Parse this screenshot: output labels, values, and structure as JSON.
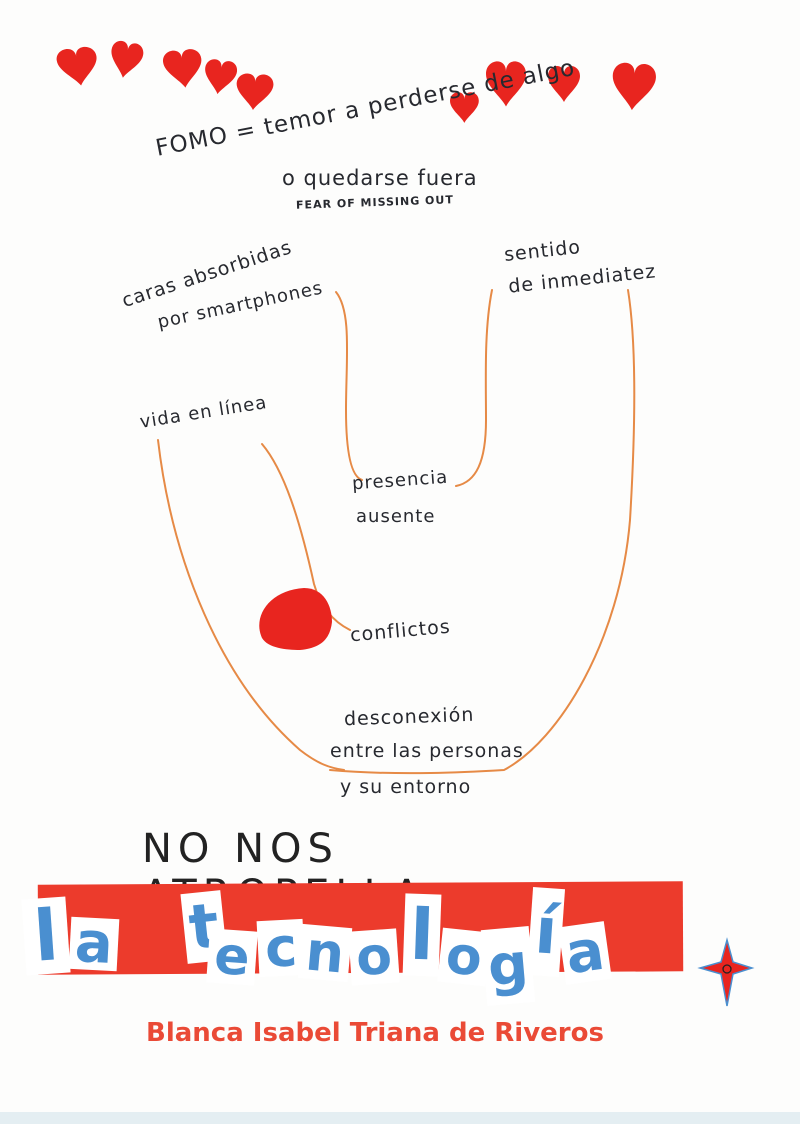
{
  "fomo": {
    "line1": "FOMO = temor a perderse de algo",
    "line2": "o quedarse fuera",
    "line3": "FEAR OF MISSING OUT"
  },
  "map": {
    "caras_1": "caras absorbidas",
    "caras_2": "por smartphones",
    "sentido_1": "sentido",
    "sentido_2": "de inmediatez",
    "vida": "vida en línea",
    "presencia_1": "presencia",
    "presencia_2": "ausente",
    "conflictos": "conflictos",
    "desconexion_1": "desconexión",
    "desconexion_2": "entre las personas",
    "desconexion_3": "y su entorno"
  },
  "headline": "NO NOS ATROPELLA",
  "banner": {
    "word1": [
      "l",
      "a"
    ],
    "word2": [
      "t",
      "e",
      "c",
      "n",
      "o",
      "l",
      "o",
      "g",
      "í",
      "a"
    ]
  },
  "author": "Blanca Isabel Triana de Riveros",
  "colors": {
    "heart": "#e8251f",
    "line": "#e68a46",
    "banner": "#ec3b2c",
    "letters": "#4a8fd0",
    "author": "#ea4a36",
    "ink": "#27292f"
  }
}
